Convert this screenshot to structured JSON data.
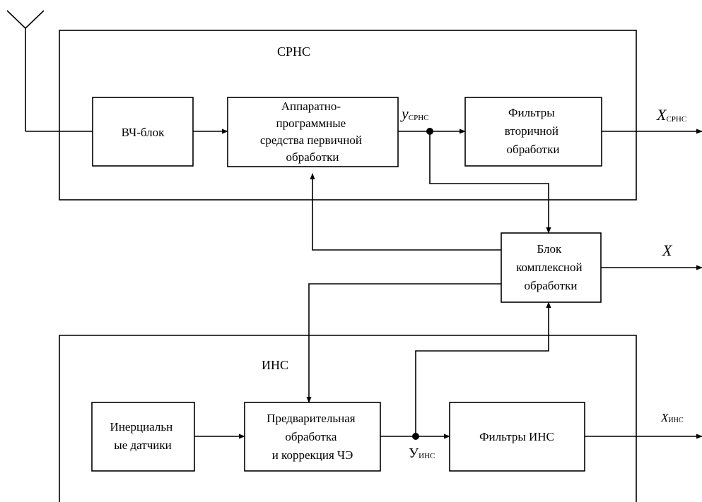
{
  "groups": {
    "srns": "СРНС",
    "ins": "ИНС"
  },
  "blocks": {
    "rf": [
      "ВЧ-блок"
    ],
    "primary": [
      "Аппаратно-",
      "программные",
      "средства первичной",
      "обработки"
    ],
    "secondary_filters": [
      "Фильтры",
      "вторичной",
      "обработки"
    ],
    "complex": [
      "Блок",
      "комплексной",
      "обработки"
    ],
    "sensors": [
      "Инерциальн",
      "ые датчики"
    ],
    "preproc": [
      "Предварительная",
      "обработка",
      "и коррекция ЧЭ"
    ],
    "ins_filters": [
      "Фильтры ИНС"
    ]
  },
  "signals": {
    "y_srns": {
      "base": "у",
      "sub": "СРНС"
    },
    "x_srns": {
      "base": "X",
      "sub": "СРНС"
    },
    "x": {
      "base": "X",
      "sub": ""
    },
    "y_ins": {
      "base": "У",
      "sub": "ИНС"
    },
    "x_ins": {
      "base": "X",
      "sub": "ИНС"
    }
  }
}
